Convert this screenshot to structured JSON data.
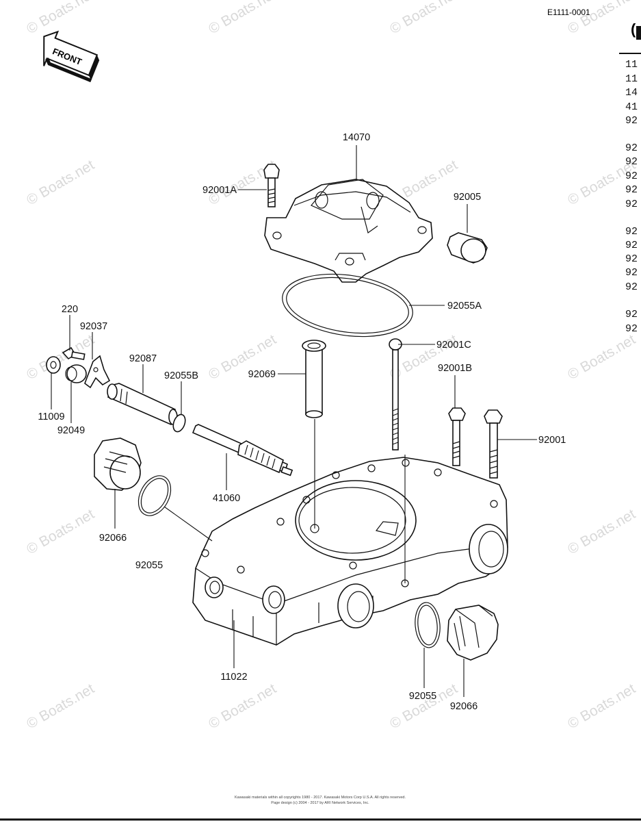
{
  "diagram_id": "E1111-0001",
  "front_badge": "FRONT",
  "side_column": [
    "11",
    "11",
    "14",
    "41",
    "92",
    "92",
    "92",
    "92",
    "92",
    "92",
    "92",
    "92",
    "92",
    "92",
    "92",
    "92",
    "92"
  ],
  "part_labels": {
    "p14070": "14070",
    "p92001A": "92001A",
    "p92005": "92005",
    "p92055A": "92055A",
    "p220": "220",
    "p92037": "92037",
    "p92087": "92087",
    "p92055B": "92055B",
    "p92069": "92069",
    "p92001C": "92001C",
    "p92001B": "92001B",
    "p92001": "92001",
    "p11009": "11009",
    "p92049": "92049",
    "p41060": "41060",
    "p92066_left": "92066",
    "p92055_left": "92055",
    "p11022": "11022",
    "p92055_right": "92055",
    "p92066_right": "92066"
  },
  "watermark": "© Boats.net",
  "footer": {
    "line1": "Kawasaki materials within all copyrights 1980 - 2017. Kawasaki Motors Corp U.S.A. All rights reserved.",
    "line2": "Page design (c) 2004 - 2017 by ARI Network Services, Inc."
  }
}
